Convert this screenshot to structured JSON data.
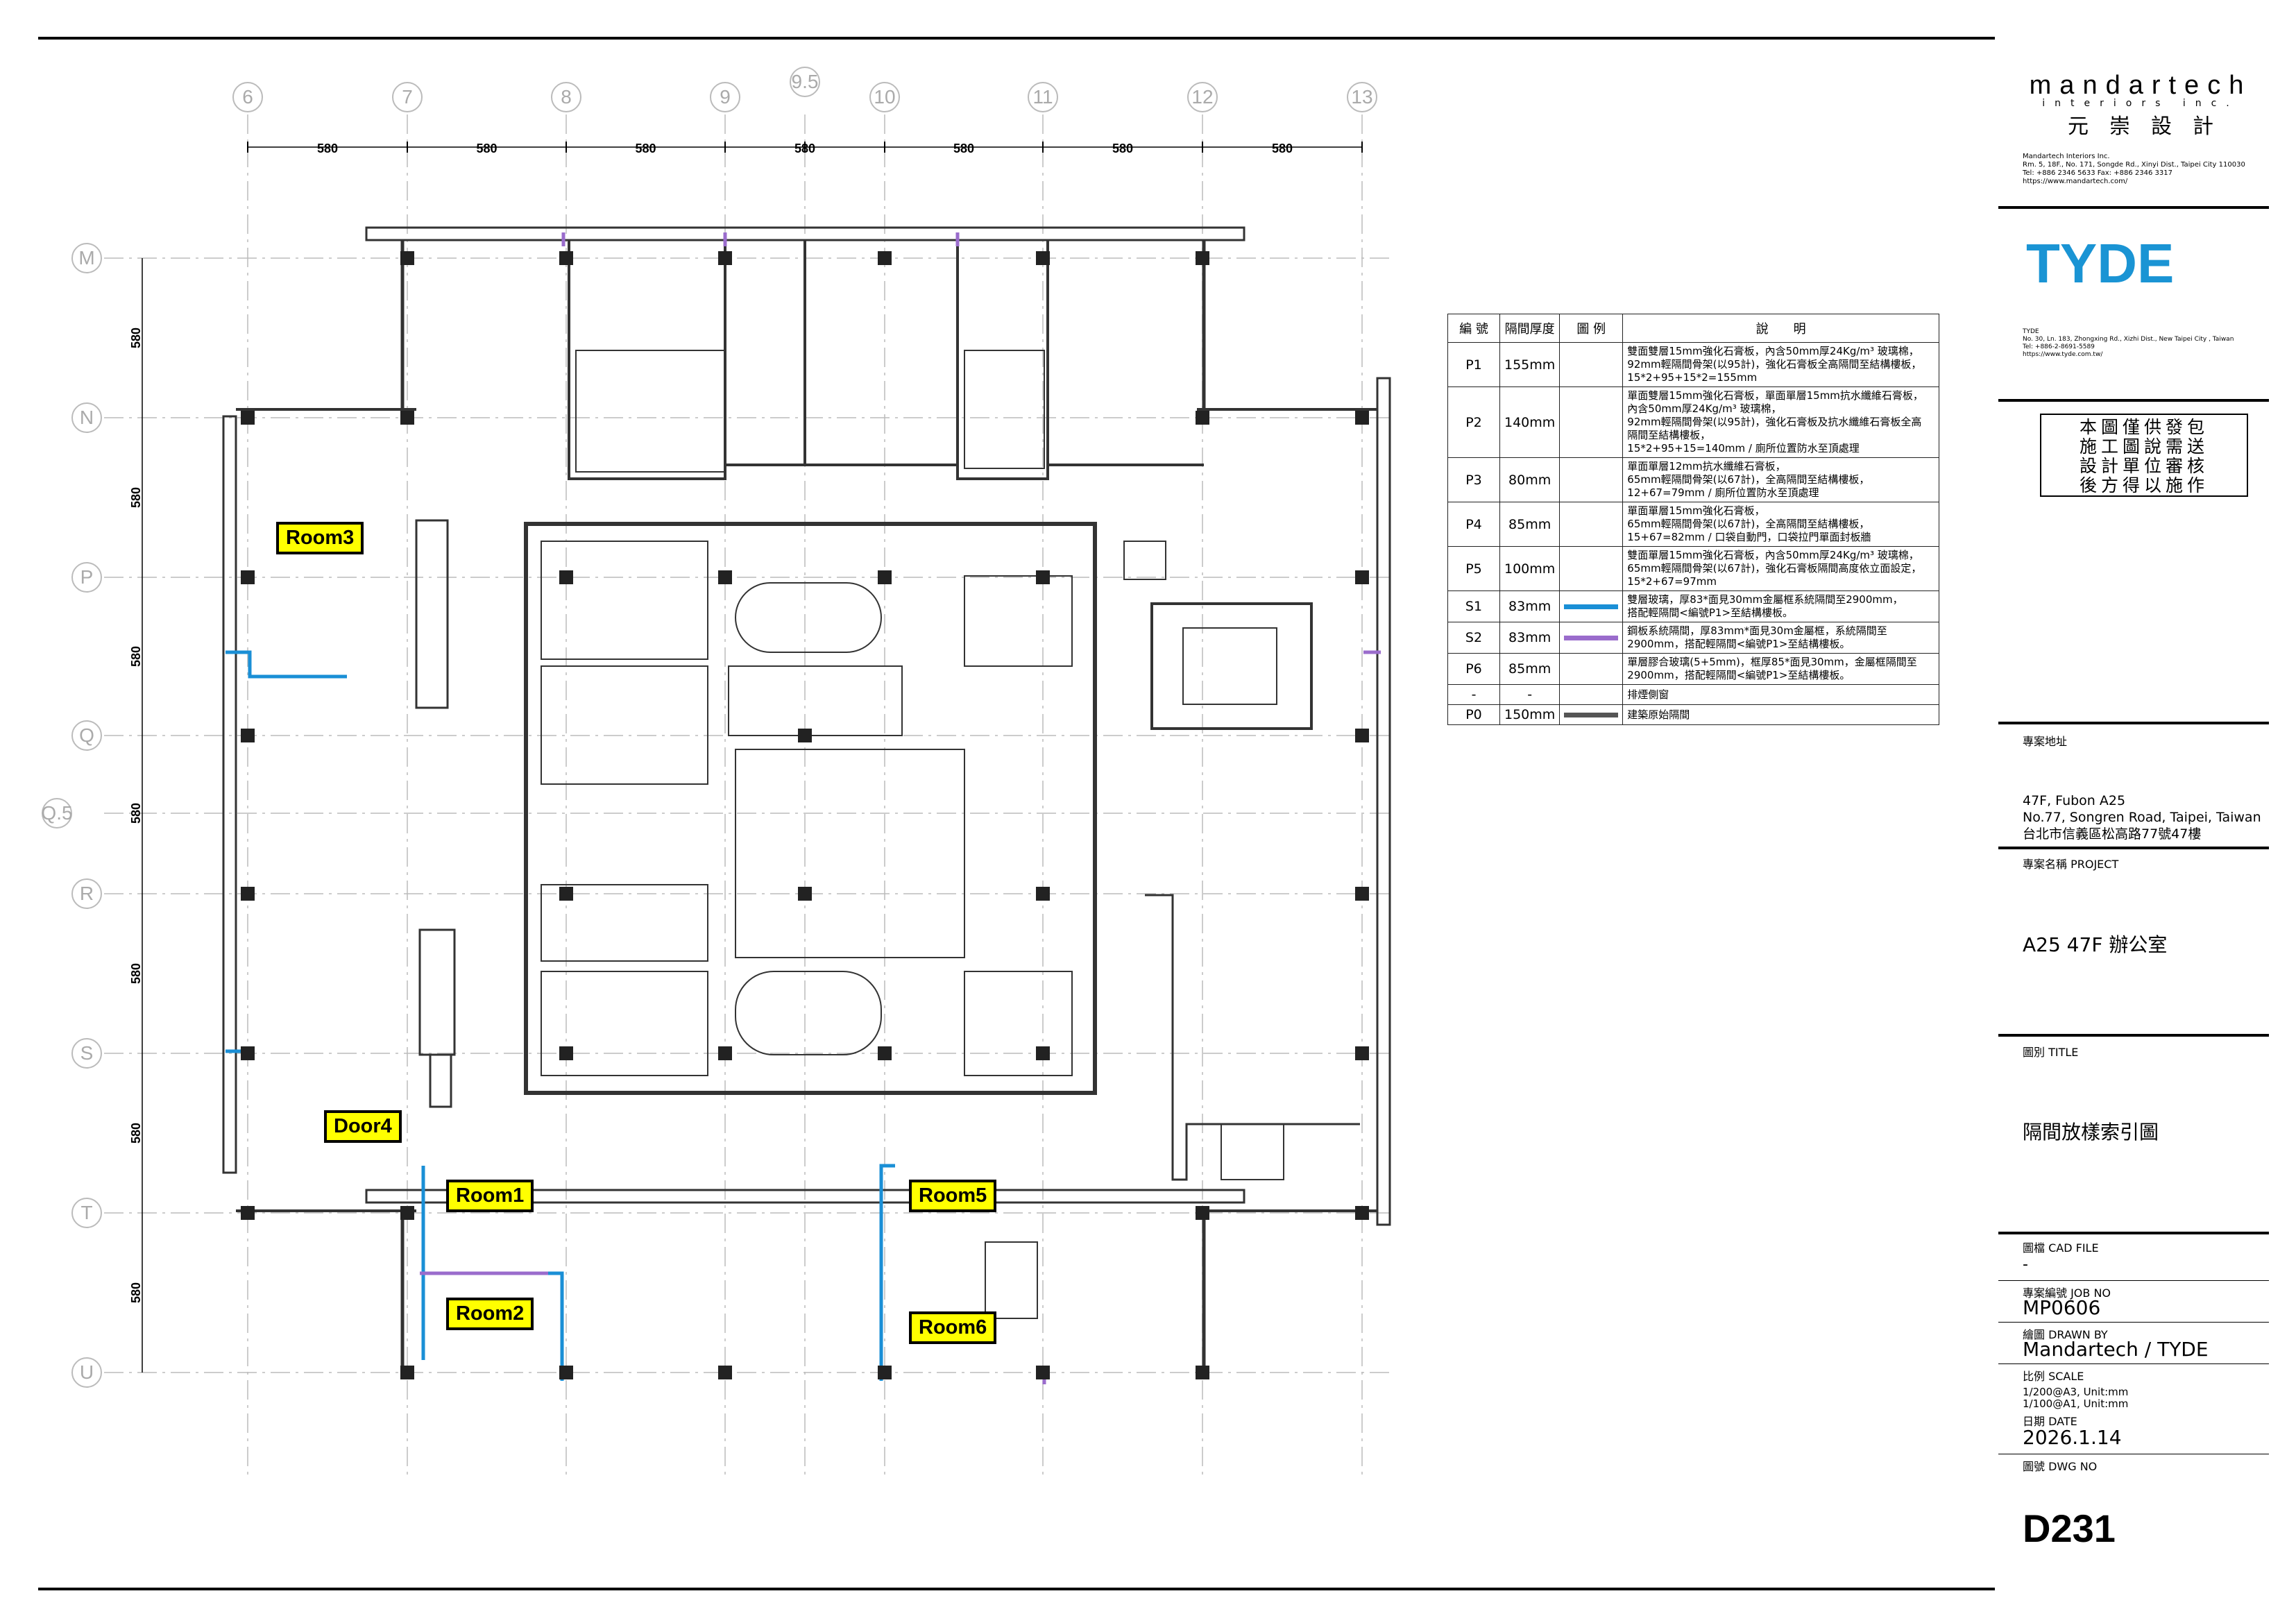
{
  "grid": {
    "columns": [
      "6",
      "7",
      "8",
      "9",
      "9.5",
      "10",
      "11",
      "12",
      "13"
    ],
    "rows": [
      "M",
      "N",
      "P",
      "Q",
      "Q.5",
      "R",
      "S",
      "T",
      "U"
    ],
    "column_dims": [
      "580",
      "580",
      "580",
      "580",
      "580",
      "580",
      "580"
    ],
    "row_dims": [
      "580",
      "580",
      "580",
      "580",
      "580",
      "580",
      "580"
    ]
  },
  "rooms": [
    {
      "label": "Room3"
    },
    {
      "label": "Door4"
    },
    {
      "label": "Room1"
    },
    {
      "label": "Room2"
    },
    {
      "label": "Room5"
    },
    {
      "label": "Room6"
    }
  ],
  "legend": {
    "headers": [
      "編 號",
      "隔間厚度",
      "圖 例",
      "說　　明"
    ],
    "rows": [
      {
        "code": "P1",
        "thickness": "155mm",
        "swatch": "",
        "desc": [
          "雙面雙層15mm強化石膏板，內含50mm厚24Kg/m³ 玻璃棉，",
          "92mm輕隔間骨架(以95計)，強化石膏板全高隔間至結構樓板，",
          "15*2+95+15*2=155mm"
        ]
      },
      {
        "code": "P2",
        "thickness": "140mm",
        "swatch": "",
        "desc": [
          "單面雙層15mm強化石膏板，單面單層15mm抗水纖維石膏板，",
          "內含50mm厚24Kg/m³ 玻璃棉，",
          "92mm輕隔間骨架(以95計)，強化石膏板及抗水纖維石膏板全高",
          "隔間至結構樓板，",
          "15*2+95+15=140mm / 廁所位置防水至頂處理"
        ]
      },
      {
        "code": "P3",
        "thickness": "80mm",
        "swatch": "",
        "desc": [
          "單面單層12mm抗水纖維石膏板，",
          "65mm輕隔間骨架(以67計)，全高隔間至結構樓板，",
          "12+67=79mm / 廁所位置防水至頂處理"
        ]
      },
      {
        "code": "P4",
        "thickness": "85mm",
        "swatch": "",
        "desc": [
          "單面單層15mm強化石膏板，",
          "65mm輕隔間骨架(以67計)，全高隔間至結構樓板，",
          "15+67=82mm / 口袋自動門，口袋拉門單面封板牆"
        ]
      },
      {
        "code": "P5",
        "thickness": "100mm",
        "swatch": "",
        "desc": [
          "雙面單層15mm強化石膏板，內含50mm厚24Kg/m³ 玻璃棉，",
          "65mm輕隔間骨架(以67計)，強化石膏板隔間高度依立面設定，",
          "15*2+67=97mm"
        ]
      },
      {
        "code": "S1",
        "thickness": "83mm",
        "swatch": "#1a8fd6",
        "desc": [
          "雙層玻璃，厚83*面見30mm金屬框系統隔間至2900mm，",
          "搭配輕隔間<編號P1>至結構樓板。"
        ]
      },
      {
        "code": "S2",
        "thickness": "83mm",
        "swatch": "#9a6ccc",
        "desc": [
          "鋼板系統隔間，厚83mm*面見30m金屬框，系統隔間至",
          "2900mm，搭配輕隔間<編號P1>至結構樓板。"
        ]
      },
      {
        "code": "P6",
        "thickness": "85mm",
        "swatch": "",
        "desc": [
          "單層膠合玻璃(5+5mm)，框厚85*面見30mm，金屬框隔間至",
          "2900mm，搭配輕隔間<編號P1>至結構樓板。"
        ]
      },
      {
        "code": "-",
        "thickness": "-",
        "swatch": "",
        "desc": [
          "排煙側窗"
        ]
      },
      {
        "code": "P0",
        "thickness": "150mm",
        "swatch": "#555555",
        "desc": [
          "建築原始隔間"
        ]
      }
    ]
  },
  "titleblock": {
    "brand": "mandartech",
    "brand_sub": "interiors inc.",
    "brand_cn": "元　崇　設　計",
    "company_lines": [
      "Mandartech Interiors Inc.",
      "Rm. 5, 18F., No. 171, Songde Rd., Xinyi Dist., Taipei City 110030",
      "Tel: +886 2346 5633 Fax: +886 2346 3317",
      "https://www.mandartech.com/"
    ],
    "client": "TYDE",
    "client_lines": [
      "TYDE",
      "No. 30, Ln. 183, Zhongxing Rd., Xizhi Dist., New Taipei City , Taiwan",
      "Tel: +886-2-8691-5589",
      "https://www.tyde.com.tw/"
    ],
    "notice": [
      "本圖僅供發包",
      "施工圖說需送",
      "設計單位審核",
      "後方得以施作"
    ],
    "address_label": "專案地址",
    "address": [
      "47F, Fubon A25",
      "No.77, Songren Road, Taipei, Taiwan",
      "台北市信義區松高路77號47樓"
    ],
    "project_label": "專案名稱  PROJECT",
    "project": "A25 47F 辦公室",
    "title_label": "圖別  TITLE",
    "title": "隔間放樣索引圖",
    "cad_label": "圖檔  CAD FILE",
    "cad": "-",
    "job_label": "專案編號  JOB NO",
    "job": "MP0606",
    "drawn_label": "繪圖  DRAWN BY",
    "drawn": "Mandartech / TYDE",
    "scale_label": "比例  SCALE",
    "scale": [
      "1/200@A3, Unit:mm",
      "1/100@A1, Unit:mm"
    ],
    "date_label": "日期  DATE",
    "date": "2026.1.14",
    "dwg_label": "圖號  DWG NO",
    "dwg": "D231"
  }
}
